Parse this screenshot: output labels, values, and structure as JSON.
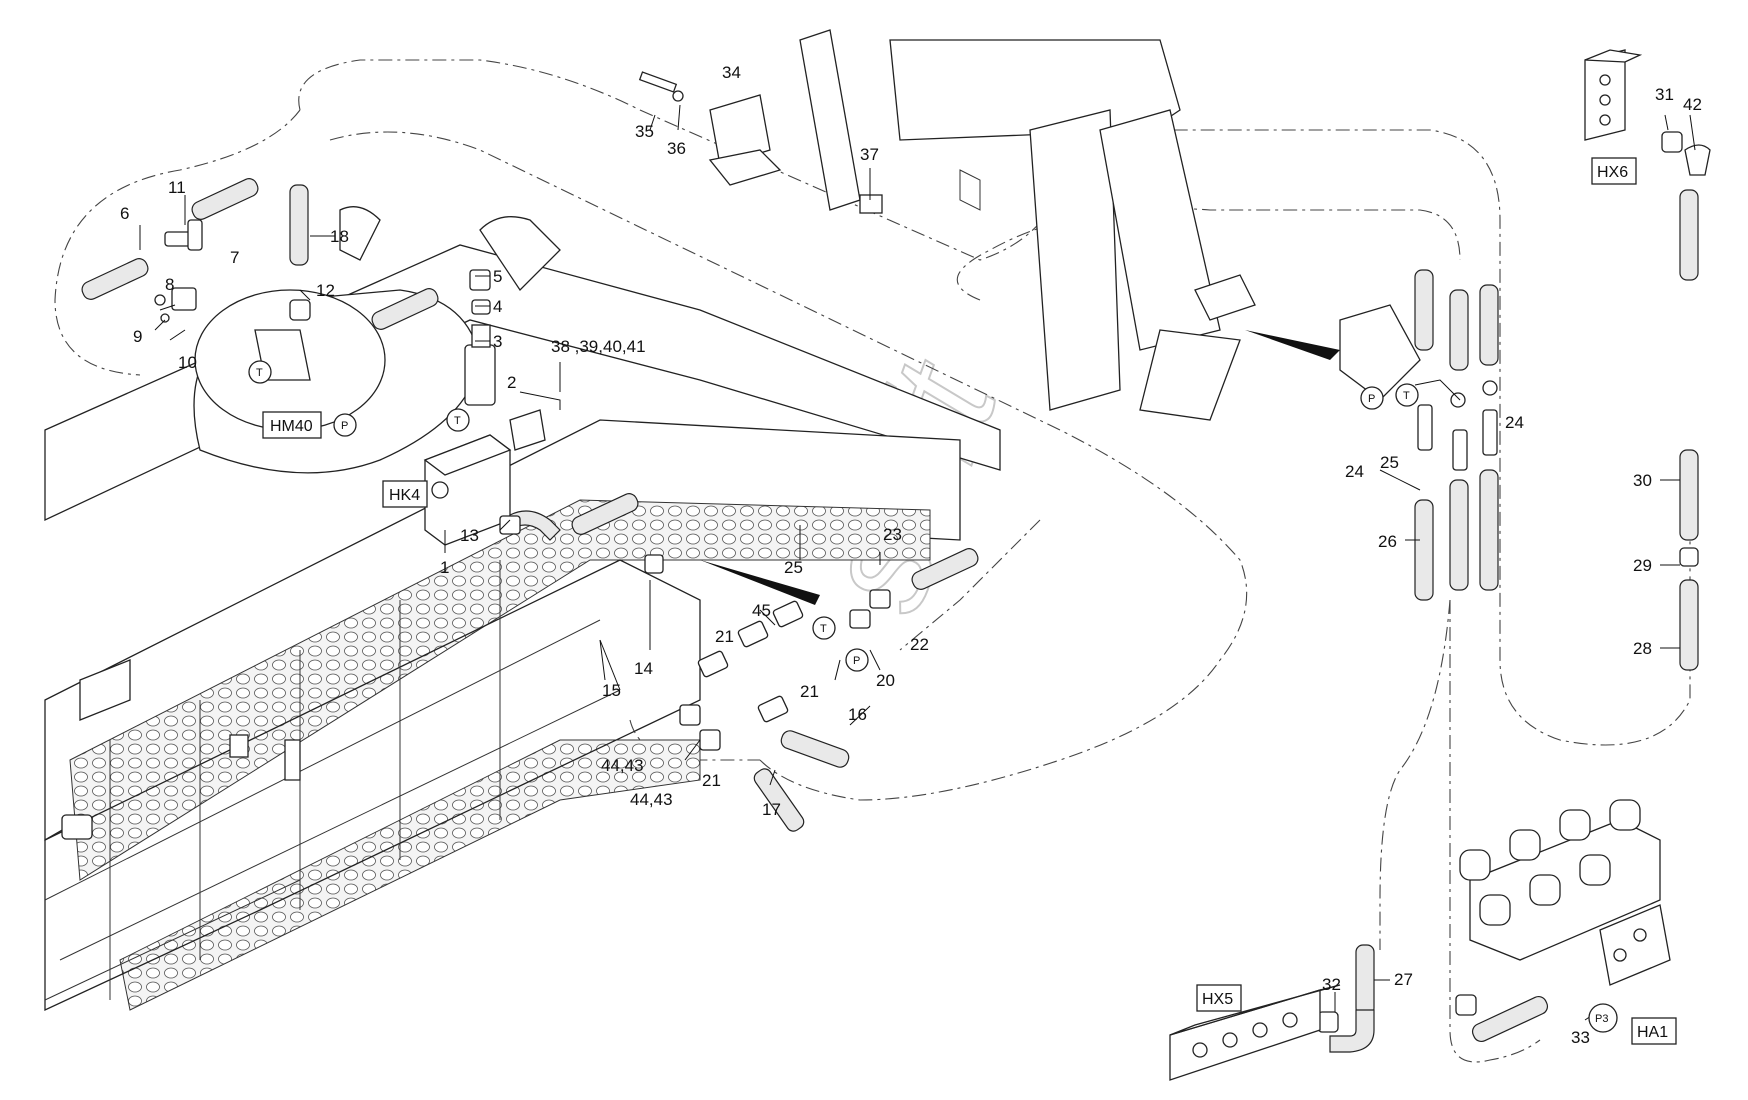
{
  "watermark": "soft",
  "tags": {
    "hm40": "HM40",
    "hk4": "HK4",
    "hx6": "HX6",
    "hx5": "HX5",
    "ha1": "HA1"
  },
  "ports": {
    "t": "T",
    "p": "P",
    "p3": "P3"
  },
  "callouts": {
    "c1": "1",
    "c2": "2",
    "c3": "3",
    "c4": "4",
    "c5": "5",
    "c6": "6",
    "c7": "7",
    "c8": "8",
    "c9": "9",
    "c10": "10",
    "c11": "11",
    "c12": "12",
    "c13": "13",
    "c14": "14",
    "c15": "15",
    "c16": "16",
    "c17": "17",
    "c18": "18",
    "c20": "20",
    "c21a": "21",
    "c21b": "21",
    "c21c": "21",
    "c22": "22",
    "c23": "23",
    "c24a": "24",
    "c24b": "24",
    "c25a": "25",
    "c25b": "25",
    "c26": "26",
    "c27": "27",
    "c28": "28",
    "c29": "29",
    "c30": "30",
    "c31": "31",
    "c32": "32",
    "c33": "33",
    "c34": "34",
    "c35": "35",
    "c36": "36",
    "c37": "37",
    "c38": "38 ,39,40,41",
    "c42": "42",
    "c44a": "44,43",
    "c44b": "44,43",
    "c45": "45"
  }
}
